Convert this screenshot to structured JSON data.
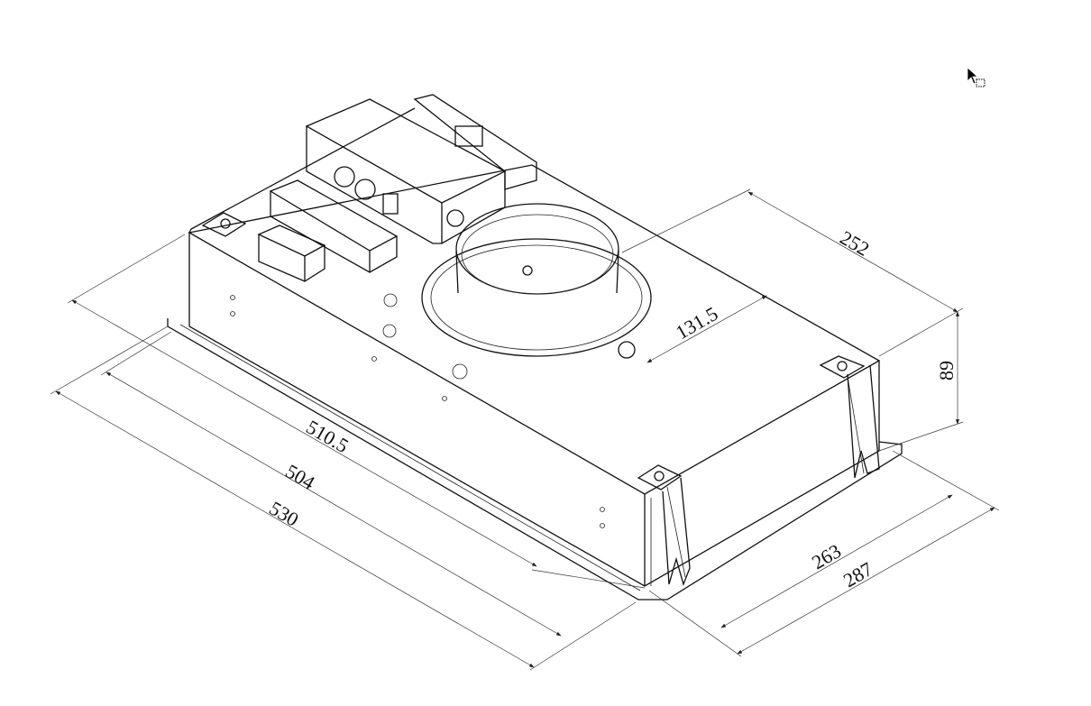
{
  "drawing": {
    "dimensions": {
      "depth_top": "252",
      "collar_offset": "131.5",
      "height": "89",
      "length_inner": "510.5",
      "length_mid": "504",
      "length_outer": "530",
      "width_inner": "263",
      "width_outer": "287"
    }
  },
  "cursor": {
    "icon": "pointer-with-box-cursor-icon"
  }
}
